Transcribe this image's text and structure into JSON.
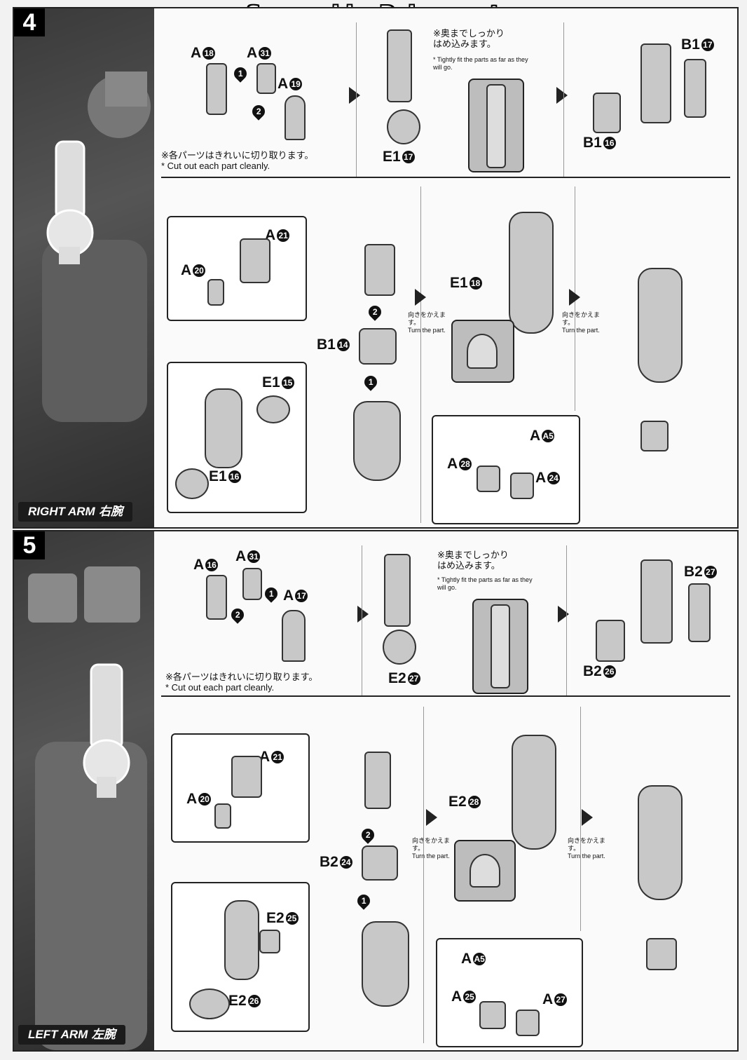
{
  "watermark": "Scanned by Dalong.net",
  "sections": [
    {
      "step_number": "4",
      "arm_label_en": "RIGHT ARM",
      "arm_label_jp": "右腕",
      "row1": {
        "parts": [
          "A18",
          "A31",
          "A19",
          "E17",
          "B17",
          "B16"
        ],
        "note_jp": "※各パーツはきれいに切り取ります。",
        "note_en": "* Cut out each part cleanly.",
        "fit_jp_1": "※奥までしっかり",
        "fit_jp_2": "はめ込みます。",
        "fit_en": "* Tightly fit the parts as far as they will go."
      },
      "row2": {
        "parts": [
          "A21",
          "A20",
          "B14",
          "E15",
          "E16",
          "E18",
          "A5",
          "A28",
          "A24"
        ],
        "turn_jp": "向きをかえます。",
        "turn_en": "Turn the part."
      }
    },
    {
      "step_number": "5",
      "arm_label_en": "LEFT ARM",
      "arm_label_jp": "左腕",
      "row1": {
        "parts": [
          "A16",
          "A31",
          "A17",
          "E27",
          "B27",
          "B26"
        ],
        "note_jp": "※各パーツはきれいに切り取ります。",
        "note_en": "* Cut out each part cleanly.",
        "fit_jp_1": "※奥までしっかり",
        "fit_jp_2": "はめ込みます。",
        "fit_en": "* Tightly fit the parts as far as they will go."
      },
      "row2": {
        "parts": [
          "A21",
          "A20",
          "B24",
          "E25",
          "E26",
          "E28",
          "A5",
          "A25",
          "A27"
        ],
        "turn_jp": "向きをかえます。",
        "turn_en": "Turn the part."
      }
    }
  ]
}
